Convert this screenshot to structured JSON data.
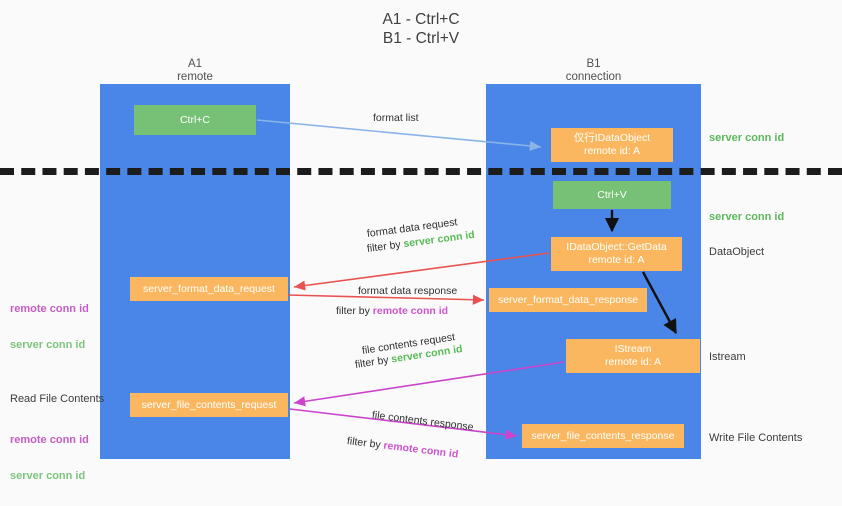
{
  "title": "A1 - Ctrl+C\nB1 - Ctrl+V",
  "columns": {
    "left": {
      "name": "A1",
      "sub": "remote",
      "header": "A1\nremote"
    },
    "right": {
      "name": "B1",
      "sub": "connection",
      "header": "B1\nconnection"
    }
  },
  "boxes": {
    "ctrl_c": "Ctrl+C",
    "idataobject": "仅行IDataObject\nremote id: A",
    "ctrl_v": "Ctrl+V",
    "getdata": "IDataObject::GetData\nremote id: A",
    "server_format_data_request": "server_format_data_request",
    "server_format_data_response": "server_format_data_response",
    "istream": "IStream\nremote id: A",
    "server_file_contents_request": "server_file_contents_request",
    "server_file_contents_response": "server_file_contents_response"
  },
  "right_labels": {
    "server_conn_id_1": "server conn id",
    "server_conn_id_2": "server conn id",
    "dataobject": "DataObject",
    "istream": "Istream",
    "write_file_contents": "Write File Contents"
  },
  "left_labels": {
    "remote_conn_id": "remote conn id",
    "server_conn_id": "server conn id",
    "read_file_contents": "Read File Contents",
    "remote_conn_id_2": "remote conn id",
    "server_conn_id_2": "server conn id"
  },
  "captions": {
    "format_list": "format list",
    "format_data_request": "format data request",
    "filter_by": "filter by ",
    "filter_by_server": "server conn id",
    "format_data_response": "format data response",
    "filter_by_remote": "remote conn id",
    "file_contents_request": "file contents request",
    "file_contents_response": "file contents response"
  },
  "colors": {
    "lane": "#4a86e8",
    "green_box": "#76c176",
    "orange_box": "#fbb760",
    "server_conn_id": "#5cb85c",
    "remote_conn_id": "#c45ec4",
    "arrow_red": "#e8534f",
    "arrow_magenta": "#cc44cc",
    "arrow_blue": "#8ab4e8",
    "arrow_black": "#000000",
    "background": "#fafafa"
  }
}
